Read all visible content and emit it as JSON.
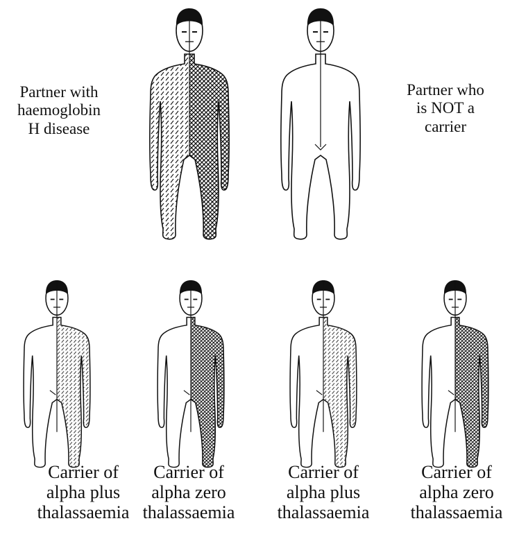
{
  "parents": {
    "left_label_lines": [
      "Partner with",
      "haemoglobin",
      "H disease"
    ],
    "right_label_lines": [
      "Partner who",
      "is NOT a",
      "carrier"
    ]
  },
  "children": [
    {
      "label_lines": [
        "Carrier of",
        "alpha plus",
        "thalassaemia"
      ],
      "half_right": "alpha-plus-hatch"
    },
    {
      "label_lines": [
        "Carrier of",
        "alpha zero",
        "thalassaemia"
      ],
      "half_right": "alpha-zero-hatch"
    },
    {
      "label_lines": [
        "Carrier of",
        "alpha plus",
        "thalassaemia"
      ],
      "half_right": "alpha-plus-hatch"
    },
    {
      "label_lines": [
        "Carrier of",
        "alpha zero",
        "thalassaemia"
      ],
      "half_right": "alpha-zero-hatch"
    }
  ],
  "colors": {
    "ink": "#111111",
    "background": "#ffffff"
  }
}
